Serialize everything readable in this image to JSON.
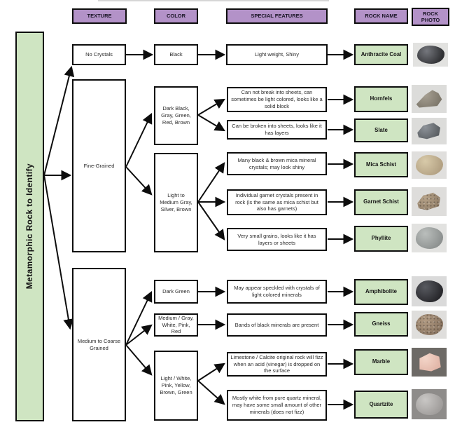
{
  "palette": {
    "header_bg": "#b392c8",
    "green_bg": "#cfe5c2",
    "border": "#0d0d0d"
  },
  "headers": [
    {
      "label": "TEXTURE"
    },
    {
      "label": "COLOR"
    },
    {
      "label": "SPECIAL FEATURES"
    },
    {
      "label": "ROCK NAME"
    },
    {
      "label": "ROCK PHOTO"
    }
  ],
  "root": {
    "label": "Metamorphic Rock to Identify"
  },
  "textures": [
    {
      "label": "No Crystals"
    },
    {
      "label": "Fine-Grained"
    },
    {
      "label": "Medium to Coarse Grained"
    }
  ],
  "colors": [
    {
      "label": "Black"
    },
    {
      "label": "Dark Black, Gray, Green, Red, Brown"
    },
    {
      "label": "Light to Medium Gray, Silver, Brown"
    },
    {
      "label": "Dark Green"
    },
    {
      "label": "Medium / Gray, White, Pink, Red"
    },
    {
      "label": "Light / White, Pink, Yellow, Brown, Green"
    }
  ],
  "features": [
    {
      "label": "Light weight, Shiny"
    },
    {
      "label": "Can not break into sheets, can sometimes be light colored, looks like a solid block"
    },
    {
      "label": "Can be broken into sheets, looks like it has layers"
    },
    {
      "label": "Many black & brown mica mineral crystals; may look shiny"
    },
    {
      "label": "Individual garnet crystals present in rock (is the same as mica schist but also has garnets)"
    },
    {
      "label": "Very small grains, looks like it has layers or sheets"
    },
    {
      "label": "May appear speckled with crystals of light colored minerals"
    },
    {
      "label": "Bands of black minerals are present"
    },
    {
      "label": "Limestone / Calcite original rock will fizz when an acid (vinegar) is dropped on the surface"
    },
    {
      "label": "Mostly white from pure quartz mineral, may have some small amount of other minerals (does not fizz)"
    }
  ],
  "rocks": [
    {
      "name": "Anthracite Coal",
      "photo": {
        "icon": "anthracite-coal-photo",
        "bg": "#e2e2e0",
        "base": "#303134",
        "light": "#75777d"
      }
    },
    {
      "name": "Hornfels",
      "photo": {
        "icon": "hornfels-photo",
        "bg": "#dcdcda",
        "base": "#7a7468",
        "light": "#a7a093"
      }
    },
    {
      "name": "Slate",
      "photo": {
        "icon": "slate-photo",
        "bg": "#dcdcda",
        "base": "#54585c",
        "light": "#8e9399"
      }
    },
    {
      "name": "Mica Schist",
      "photo": {
        "icon": "mica-schist-photo",
        "bg": "#e0dfdd",
        "base": "#b3a183",
        "light": "#d8caa9"
      }
    },
    {
      "name": "Garnet Schist",
      "photo": {
        "icon": "garnet-schist-photo",
        "bg": "#dedddb",
        "base": "#8d7a64",
        "light": "#b7a389"
      }
    },
    {
      "name": "Phyllite",
      "photo": {
        "icon": "phyllite-photo",
        "bg": "#e2e2e0",
        "base": "#8d9190",
        "light": "#babebc"
      }
    },
    {
      "name": "Amphibolite",
      "photo": {
        "icon": "amphibolite-photo",
        "bg": "#dadada",
        "base": "#27272b",
        "light": "#585a60"
      }
    },
    {
      "name": "Gneiss",
      "photo": {
        "icon": "gneiss-photo",
        "bg": "#dfdedc",
        "base": "#8a7561",
        "light": "#b29b83"
      }
    },
    {
      "name": "Marble",
      "photo": {
        "icon": "marble-photo",
        "bg": "#6d6a66",
        "base": "#e0b3a5",
        "light": "#f4d6c9"
      }
    },
    {
      "name": "Quartzite",
      "photo": {
        "icon": "quartzite-photo",
        "bg": "#8e8c8a",
        "base": "#a09d9b",
        "light": "#c9c7c5"
      }
    }
  ]
}
